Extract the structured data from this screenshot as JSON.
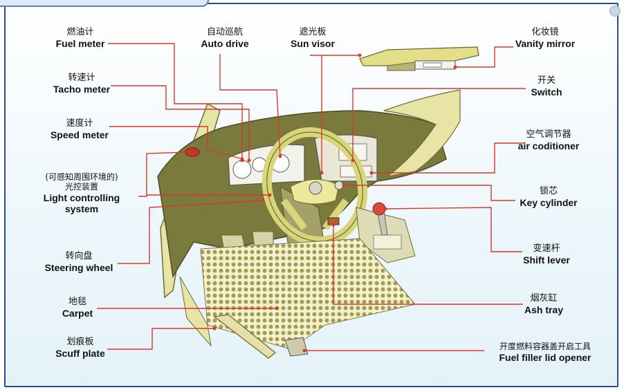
{
  "labels": {
    "fuel_meter": {
      "zh": "燃油计",
      "en": "Fuel meter"
    },
    "auto_drive": {
      "zh": "自动巡航",
      "en": "Auto drive"
    },
    "sun_visor": {
      "zh": "遮光板",
      "en": "Sun visor"
    },
    "vanity_mirror": {
      "zh": "化妆镜",
      "en": "Vanity mirror"
    },
    "tacho_meter": {
      "zh": "转速计",
      "en": "Tacho meter"
    },
    "switch": {
      "zh": "开关",
      "en": "Switch"
    },
    "speed_meter": {
      "zh": "速度计",
      "en": "Speed meter"
    },
    "air_conditioner": {
      "zh": "空气调节器",
      "en": "air coditioner"
    },
    "light_controlling": {
      "zh1": "(可感知周围环境的)",
      "zh2": "光控装置",
      "en1": "Light controlling",
      "en2": "system"
    },
    "key_cylinder": {
      "zh": "锁芯",
      "en": "Key cylinder"
    },
    "shift_lever": {
      "zh": "变速杆",
      "en": "Shift lever"
    },
    "steering_wheel": {
      "zh": "转向盘",
      "en": "Steering wheel"
    },
    "carpet": {
      "zh": "地毯",
      "en": "Carpet"
    },
    "ash_tray": {
      "zh": "烟灰缸",
      "en": "Ash tray"
    },
    "scuff_plate": {
      "zh": "划痕板",
      "en": "Scuff plate"
    },
    "fuel_filler": {
      "zh": "开度燃料容器盖开启工具",
      "en": "Fuel filler lid opener"
    }
  },
  "colors": {
    "leader": "#d63a2b",
    "dash_olive": "#7a7a3c",
    "dash_light": "#e8e4a6",
    "wheel": "#ecea9a",
    "carpet_dot": "#a29d55",
    "frame": "#2f4a8a"
  }
}
